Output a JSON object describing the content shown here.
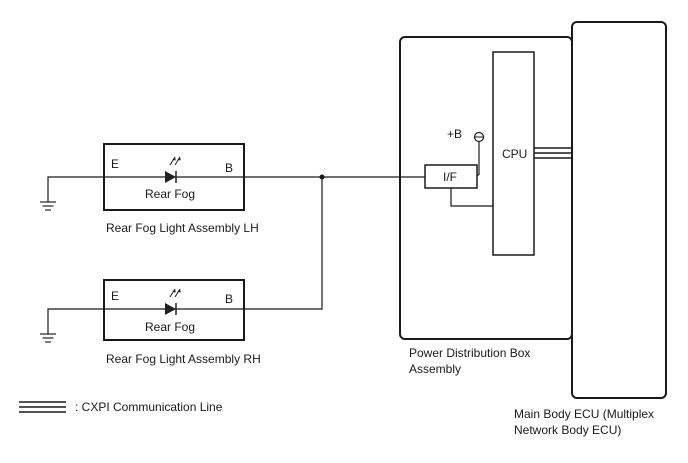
{
  "lh_assembly": {
    "name": "Rear Fog Light Assembly LH",
    "terminal_e": "E",
    "terminal_b": "B",
    "lamp_label": "Rear Fog"
  },
  "rh_assembly": {
    "name": "Rear Fog Light Assembly RH",
    "terminal_e": "E",
    "terminal_b": "B",
    "lamp_label": "Rear Fog"
  },
  "power_box": {
    "name_line1": "Power Distribution Box",
    "name_line2": "Assembly",
    "supply_label": "+B",
    "interface_label": "I/F",
    "cpu_label": "CPU"
  },
  "main_ecu": {
    "name_line1": "Main Body ECU (Multiplex",
    "name_line2": "Network Body ECU)"
  },
  "legend": {
    "label": ": CXPI Communication Line"
  }
}
